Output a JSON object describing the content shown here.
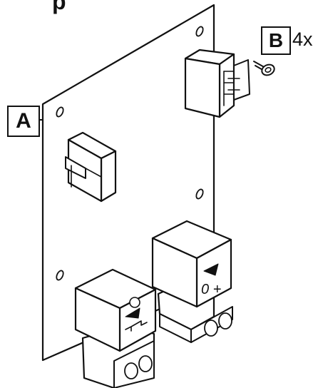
{
  "diagram": {
    "heading_fragment": "p",
    "callouts": {
      "a": {
        "label": "A",
        "part": "circuit-board"
      },
      "b": {
        "label": "B",
        "quantity": "4x",
        "part": "screw"
      }
    },
    "relay_left_symbol": "switch-contact",
    "relay_right_symbol": "0 +"
  },
  "colors": {
    "stroke": "#111111",
    "fill": "#ffffff",
    "shade": "#d9d9d9"
  }
}
